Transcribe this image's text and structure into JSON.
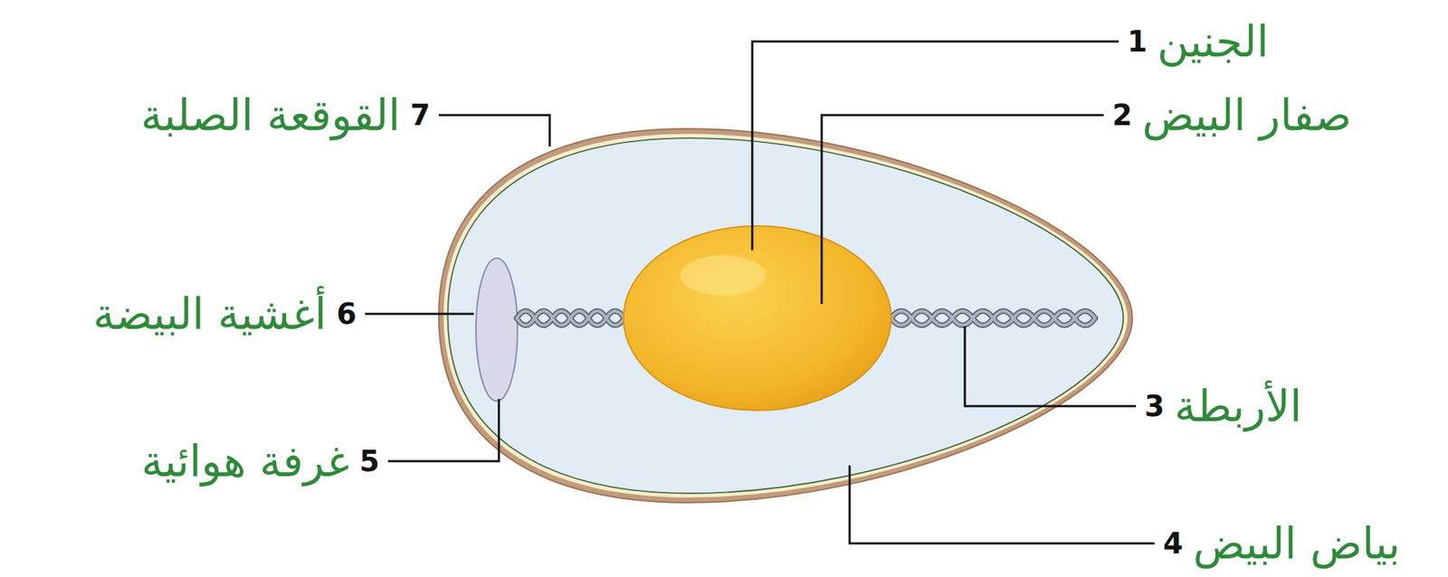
{
  "diagram": {
    "labels": [
      "1",
      "الجنين",
      "2",
      "صفار البيض",
      "3",
      "الأربطة",
      "4",
      "بياض البيض",
      "5",
      "غرفة هوائية",
      "6",
      "أغشية البيضة",
      "7",
      "القوقعة الصلبة"
    ]
  }
}
